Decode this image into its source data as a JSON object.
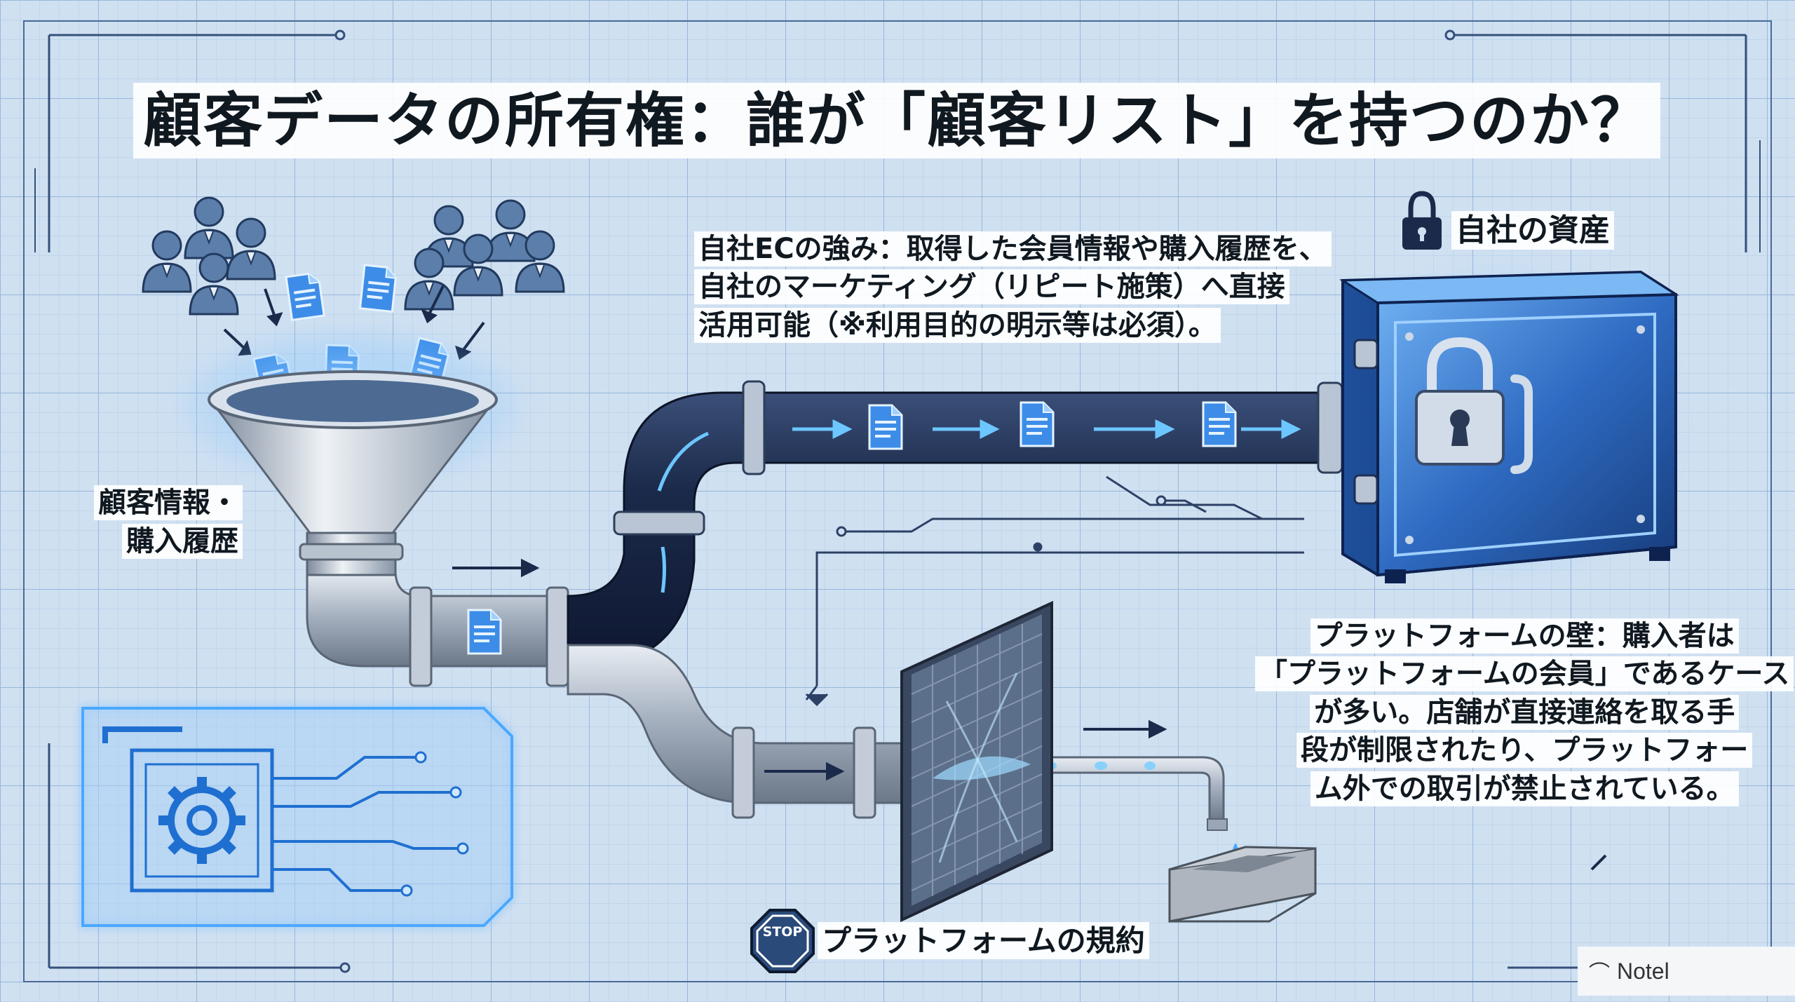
{
  "title": "顧客データの所有権：誰が「顧客リスト」を持つのか？",
  "labels": {
    "ec_strength": [
      "自社ECの強み：取得した会員情報や購入履歴を、",
      "自社のマーケティング（リピート施策）へ直接",
      "活用可能（※利用目的の明示等は必須）。"
    ],
    "own_asset": "自社の資産",
    "customer_info": [
      "顧客情報・",
      "購入履歴"
    ],
    "platform_wall": [
      "プラットフォームの壁：購入者は",
      "「プラットフォームの会員」であるケース",
      "が多い。店舗が直接連絡を取る手",
      "段が制限されたり、プラットフォー",
      "ム外での取引が禁止されている。"
    ],
    "platform_terms": "プラットフォームの規約",
    "stop_sign": "STOP",
    "watermark": "Notel"
  },
  "icons": [
    "people-icon",
    "document-icon",
    "funnel-icon",
    "pipe-icon",
    "safe-icon",
    "padlock-icon",
    "filter-mesh-icon",
    "stop-sign-icon",
    "gear-icon",
    "circuit-icon",
    "basin-icon"
  ],
  "colors": {
    "background": "#cfe0f1",
    "grid": "#a9c4e2",
    "dark_pipe": "#1b2a4a",
    "silver_pipe": "#9aa6b6",
    "glow": "#4aa8ff",
    "safe": "#3a74c8",
    "stop_red": "#2a4a7a"
  }
}
